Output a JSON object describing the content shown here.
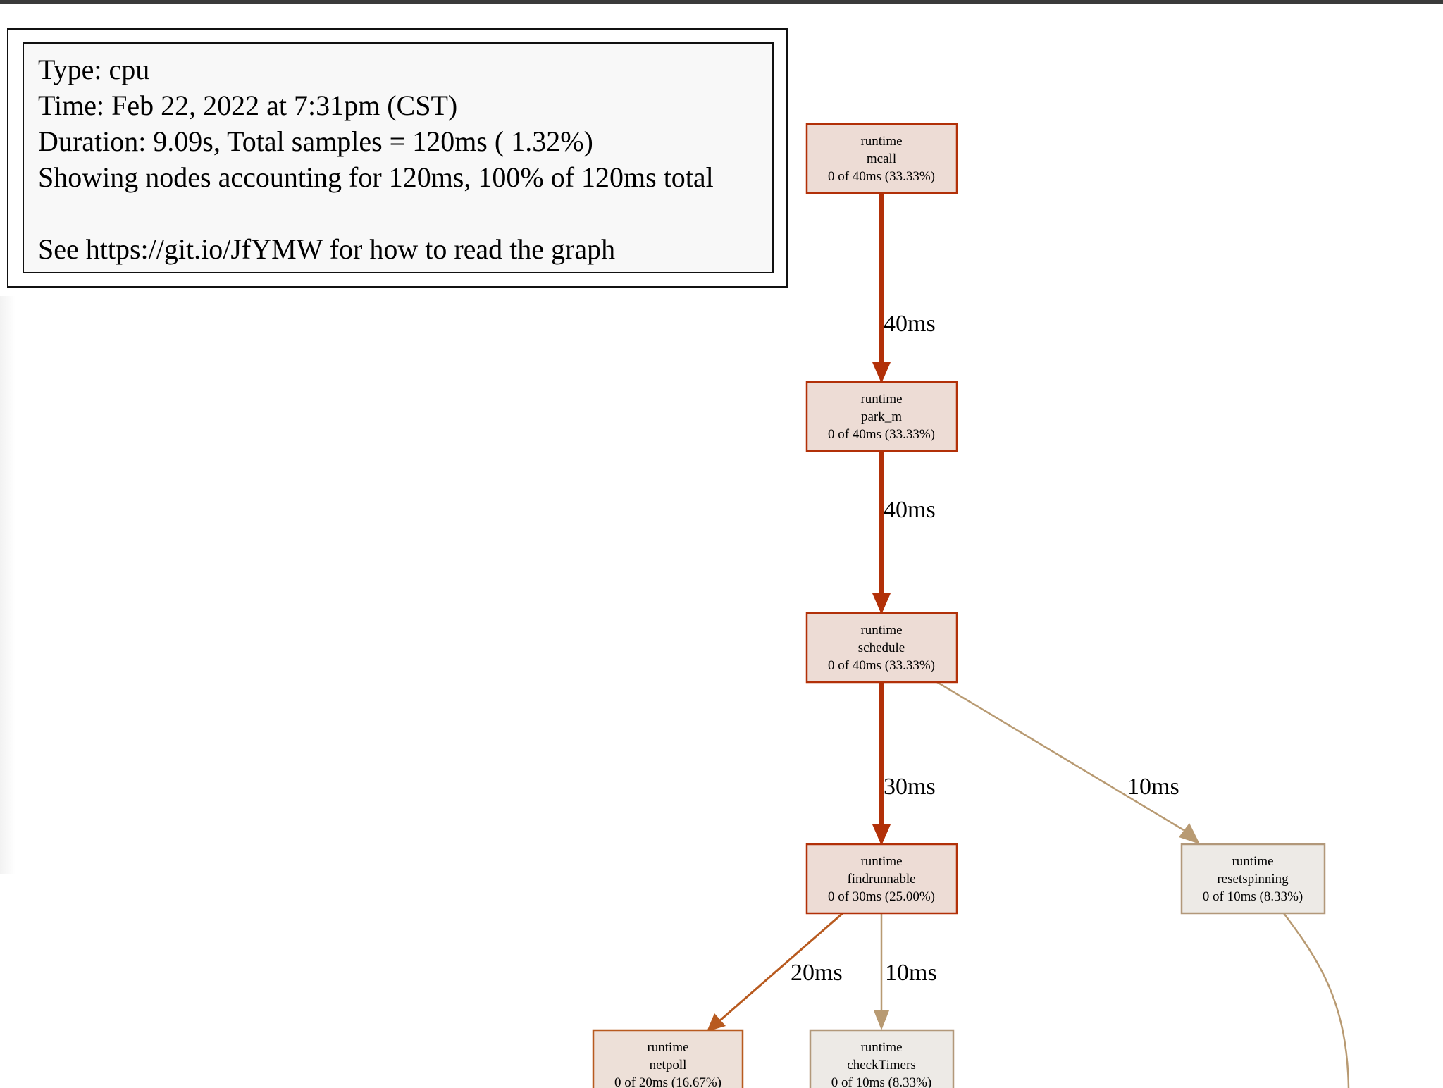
{
  "legend": {
    "type": "Type: cpu",
    "time": "Time: Feb 22, 2022 at 7:31pm (CST)",
    "duration": "Duration: 9.09s, Total samples = 120ms ( 1.32%)",
    "showing": "Showing nodes accounting for 120ms, 100% of 120ms total",
    "see": "See https://git.io/JfYMW for how to read the graph"
  },
  "nodes": {
    "mcall": {
      "pkg": "runtime",
      "func": "mcall",
      "stat": "0 of 40ms (33.33%)"
    },
    "park_m": {
      "pkg": "runtime",
      "func": "park_m",
      "stat": "0 of 40ms (33.33%)"
    },
    "schedule": {
      "pkg": "runtime",
      "func": "schedule",
      "stat": "0 of 40ms (33.33%)"
    },
    "findrunnable": {
      "pkg": "runtime",
      "func": "findrunnable",
      "stat": "0 of 30ms (25.00%)"
    },
    "resetspinning": {
      "pkg": "runtime",
      "func": "resetspinning",
      "stat": "0 of 10ms (8.33%)"
    },
    "netpoll": {
      "pkg": "runtime",
      "func": "netpoll",
      "stat": "0 of 20ms (16.67%)"
    },
    "checkTimers": {
      "pkg": "runtime",
      "func": "checkTimers",
      "stat": "0 of 10ms (8.33%)"
    }
  },
  "edges": {
    "mcall_park_m": "40ms",
    "park_m_schedule": "40ms",
    "schedule_findrunnable": "30ms",
    "schedule_resetspinning": "10ms",
    "findrunnable_netpoll": "20ms",
    "findrunnable_checkTimers": "10ms"
  },
  "colors": {
    "hot_edge": "#b23008",
    "mid_edge": "#b85a1f",
    "cool_edge": "#b89a72",
    "hot_node_fill": "#eddcd5",
    "hot_node_border": "#b23008",
    "cool_node_fill": "#edeae6",
    "cool_node_border": "#b2987a"
  }
}
